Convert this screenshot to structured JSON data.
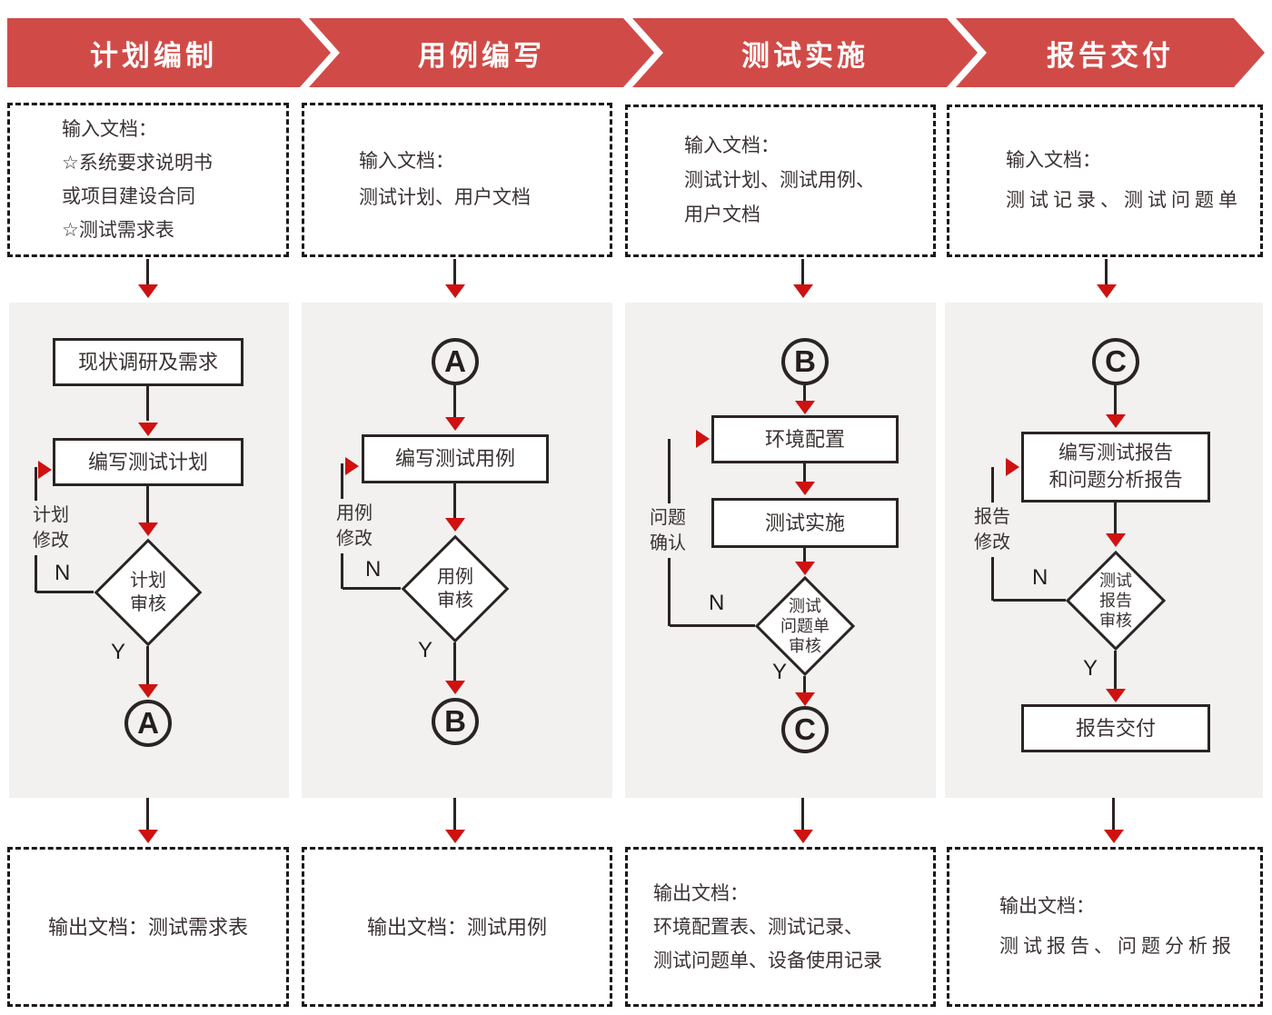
{
  "colors": {
    "banner_red": "#d04b47",
    "arrow_red": "#cf1110",
    "line_dark": "#2b2424",
    "panel_gray": "#f2f1f0"
  },
  "columns": [
    {
      "title": "计划编制",
      "input_lines": [
        "输入文档：",
        "☆系统要求说明书",
        "或项目建设合同",
        "☆测试需求表"
      ],
      "flow": {
        "box1": "现状调研及需求",
        "box2": "编写测试计划",
        "decision": [
          "计划",
          "审核"
        ],
        "loop_label": [
          "计划",
          "修改"
        ],
        "no": "N",
        "yes": "Y",
        "end_connector": "A"
      },
      "output_lines": [
        "输出文档：测试需求表"
      ]
    },
    {
      "title": "用例编写",
      "input_lines": [
        "输入文档：",
        "测试计划、用户文档"
      ],
      "flow": {
        "start_connector": "A",
        "box1": "编写测试用例",
        "decision": [
          "用例",
          "审核"
        ],
        "loop_label": [
          "用例",
          "修改"
        ],
        "no": "N",
        "yes": "Y",
        "end_connector": "B"
      },
      "output_lines": [
        "输出文档：测试用例"
      ]
    },
    {
      "title": "测试实施",
      "input_lines": [
        "输入文档：",
        "测试计划、测试用例、",
        "用户文档"
      ],
      "flow": {
        "start_connector": "B",
        "box1": "环境配置",
        "box2": "测试实施",
        "decision": [
          "测试",
          "问题单",
          "审核"
        ],
        "loop_label": [
          "问题",
          "确认"
        ],
        "no": "N",
        "yes": "Y",
        "end_connector": "C"
      },
      "output_lines": [
        "输出文档：",
        "环境配置表、测试记录、",
        "测试问题单、设备使用记录"
      ]
    },
    {
      "title": "报告交付",
      "input_lines": [
        "输入文档：",
        "测试记录、测试问题单"
      ],
      "flow": {
        "start_connector": "C",
        "box1_lines": [
          "编写测试报告",
          "和问题分析报告"
        ],
        "decision": [
          "测试",
          "报告",
          "审核"
        ],
        "loop_label": [
          "报告",
          "修改"
        ],
        "no": "N",
        "yes": "Y",
        "end_box": "报告交付"
      },
      "output_lines": [
        "输出文档：",
        "测试报告、问题分析报"
      ]
    }
  ]
}
